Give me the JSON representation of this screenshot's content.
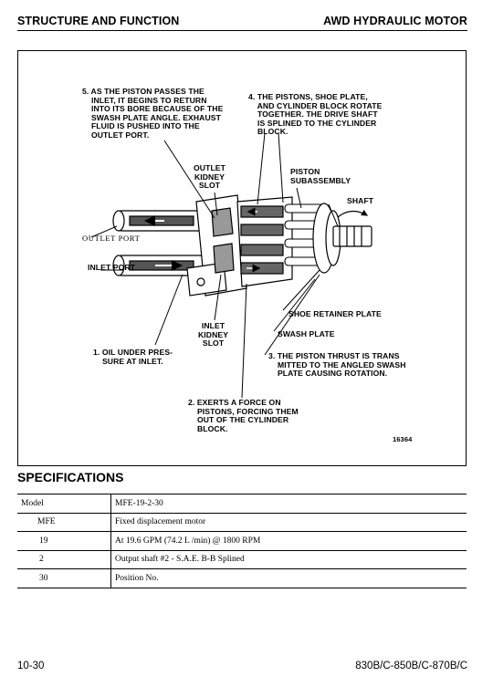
{
  "header": {
    "left": "STRUCTURE AND FUNCTION",
    "right": "AWD HYDRAULIC MOTOR"
  },
  "figure": {
    "labels": {
      "step5": "5. AS THE PISTON PASSES THE\n    INLET, IT BEGINS TO RETURN\n    INTO ITS BORE BECAUSE OF THE\n    SWASH PLATE ANGLE. EXHAUST\n    FLUID IS PUSHED INTO THE\n    OUTLET PORT.",
      "step4": "4. THE PISTONS, SHOE PLATE,\n    AND CYLINDER BLOCK ROTATE\n    TOGETHER. THE DRIVE SHAFT\n    IS SPLINED TO THE CYLINDER\n    BLOCK.",
      "outlet_kidney": "OUTLET\nKIDNEY\nSLOT",
      "piston_sub": "PISTON\nSUBASSEMBLY",
      "shaft": "SHAFT",
      "outlet_port": "OUTLET PORT",
      "inlet_port": "INLET PORT",
      "shoe_retainer": "SHOE RETAINER PLATE",
      "inlet_kidney": "INLET\nKIDNEY\nSLOT",
      "swash_plate": "SWASH PLATE",
      "step1": "1. OIL UNDER PRES-\n    SURE AT INLET.",
      "step3": "3. THE PISTON THRUST IS TRANS\n    MITTED TO THE ANGLED SWASH\n    PLATE CAUSING ROTATION.",
      "step2": "2. EXERTS A FORCE ON\n    PISTONS, FORCING THEM\n    OUT OF THE CYLINDER\n    BLOCK.",
      "fig_no": "16364"
    }
  },
  "specifications": {
    "title": "SPECIFICATIONS",
    "rows": [
      {
        "code": "Model",
        "desc": "MFE-19-2-30"
      },
      {
        "code": "MFE",
        "desc": "Fixed displacement motor"
      },
      {
        "code": "19",
        "desc": "At 19.6 GPM (74.2 L /min) @ 1800 RPM"
      },
      {
        "code": "2",
        "desc": "Output shaft #2 - S.A.E. B-B Splined"
      },
      {
        "code": "30",
        "desc": "Position No."
      }
    ]
  },
  "footer": {
    "left": "10-30",
    "right": "830B/C-850B/C-870B/C"
  }
}
